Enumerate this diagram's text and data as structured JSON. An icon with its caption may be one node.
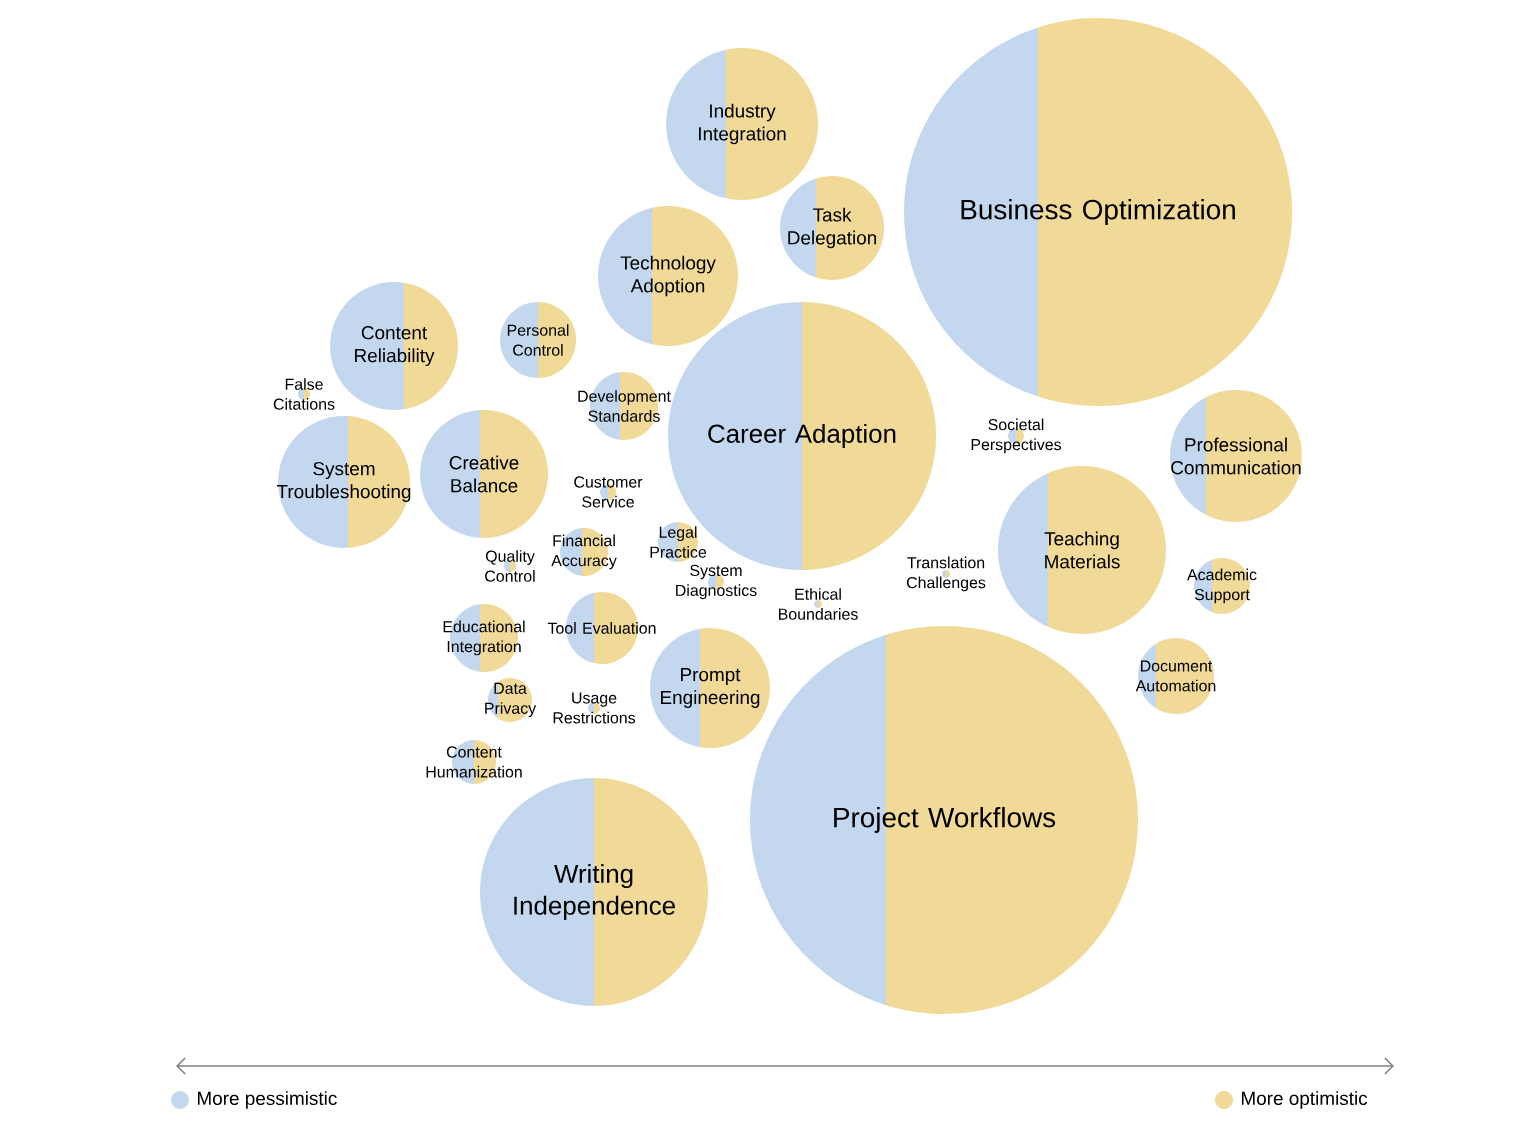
{
  "diagram": {
    "nodes": [
      {
        "text": [
          "Industry Integration"
        ]
      },
      {
        "text": [
          "Business Optimization"
        ]
      },
      {
        "text": [
          "Task Delegation"
        ]
      },
      {
        "text": [
          "Technology Adoption"
        ]
      },
      {
        "text": [
          "Personal Control"
        ]
      },
      {
        "text": [
          "Content Reliability"
        ]
      },
      {
        "text": [
          "False Citations"
        ]
      },
      {
        "text": [
          "Development Standards"
        ]
      },
      {
        "text": [
          "Career Adaption"
        ]
      },
      {
        "text": [
          "Societal Perspectives"
        ]
      },
      {
        "text": [
          "Professional Communication"
        ]
      },
      {
        "text": [
          "Creative Balance"
        ]
      },
      {
        "text": [
          "System Troubleshooting"
        ]
      },
      {
        "text": [
          "Customer Service"
        ]
      },
      {
        "text": [
          "Legal Practice"
        ]
      },
      {
        "text": [
          "Teaching Materials"
        ]
      },
      {
        "text": [
          "Financial Accuracy"
        ]
      },
      {
        "text": [
          "Quality Control"
        ]
      },
      {
        "text": [
          "Translation Challenges"
        ]
      },
      {
        "text": [
          "System Diagnostics"
        ]
      },
      {
        "text": [
          "Academic Support"
        ]
      },
      {
        "text": [
          "Ethical Boundaries"
        ]
      },
      {
        "text": [
          "Tool Evaluation"
        ]
      },
      {
        "text": [
          "Educational Integration"
        ]
      },
      {
        "text": [
          "Document Automation"
        ]
      },
      {
        "text": [
          "Prompt Engineering"
        ]
      },
      {
        "text": [
          "Data Privacy"
        ]
      },
      {
        "text": [
          "Usage Restrictions"
        ]
      },
      {
        "text": [
          "Content Humanization"
        ]
      },
      {
        "text": [
          "Project Workflows"
        ]
      },
      {
        "text": [
          "Writing Independence"
        ]
      }
    ],
    "legend": [
      {
        "text": "More pessimistic",
        "color": "#c3d8ee"
      },
      {
        "text": "More optimistic",
        "color": "#f1d998"
      }
    ]
  }
}
